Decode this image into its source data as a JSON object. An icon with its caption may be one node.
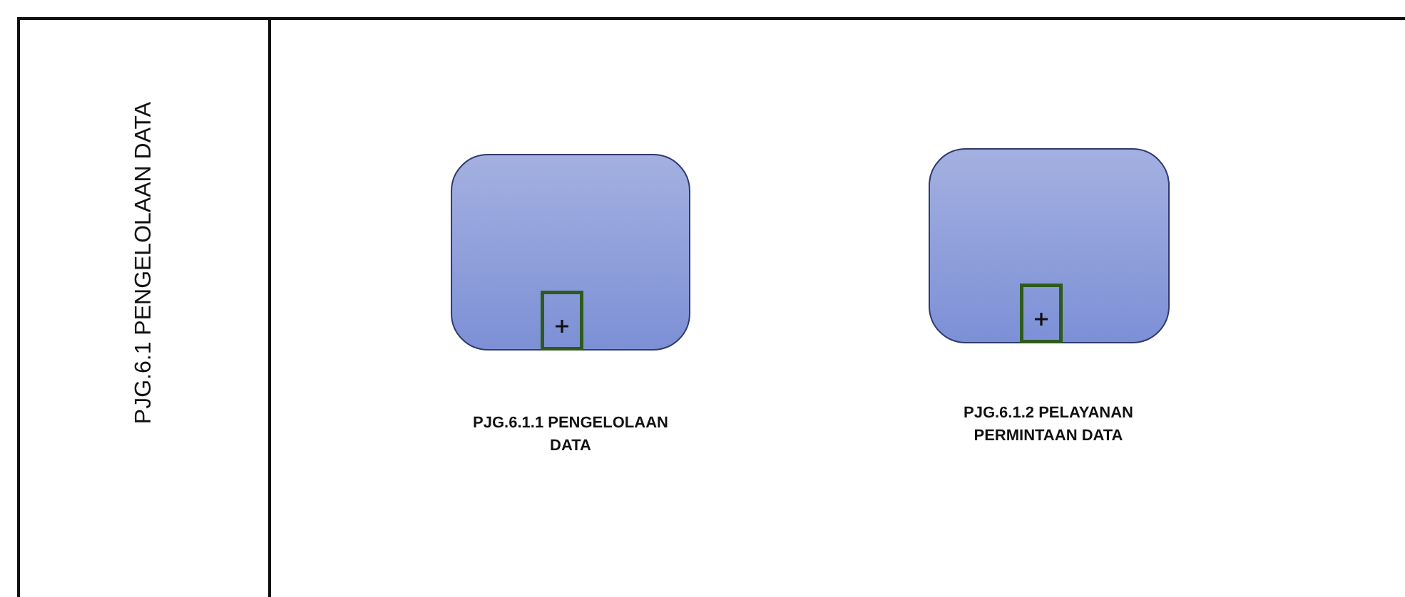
{
  "diagram": {
    "nodes": [
      {
        "text": [
          "PJG.6.1 PENGELOLAAN DATA"
        ]
      },
      {
        "text": [
          "PJG.6.1.1 PENGELOLAAN DATA"
        ],
        "in": 0
      },
      {
        "text": [
          "PJG.6.1.2 PELAYANAN PERMINTAAN DATA"
        ],
        "in": 0
      }
    ]
  }
}
